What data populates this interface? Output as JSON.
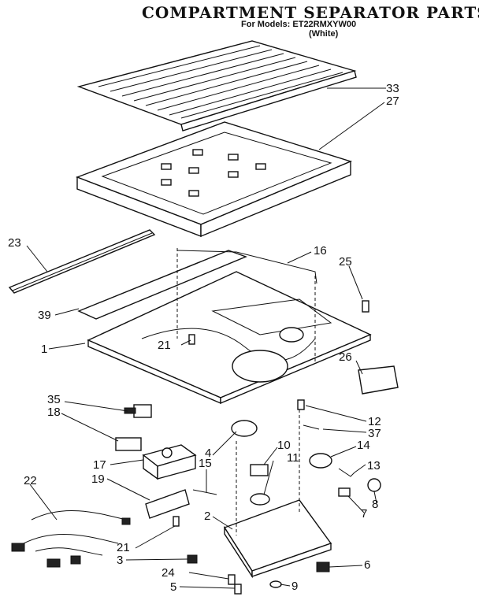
{
  "header": {
    "title": "COMPARTMENT SEPARATOR PARTS",
    "models": "For Models: ET22RMXYW00",
    "color": "(White)"
  },
  "callouts": [
    "33",
    "27",
    "23",
    "16",
    "25",
    "39",
    "1",
    "21",
    "26",
    "35",
    "18",
    "12",
    "37",
    "10",
    "14",
    "4",
    "11",
    "13",
    "17",
    "15",
    "19",
    "22",
    "8",
    "7",
    "2",
    "21",
    "6",
    "3",
    "24",
    "9",
    "5"
  ]
}
